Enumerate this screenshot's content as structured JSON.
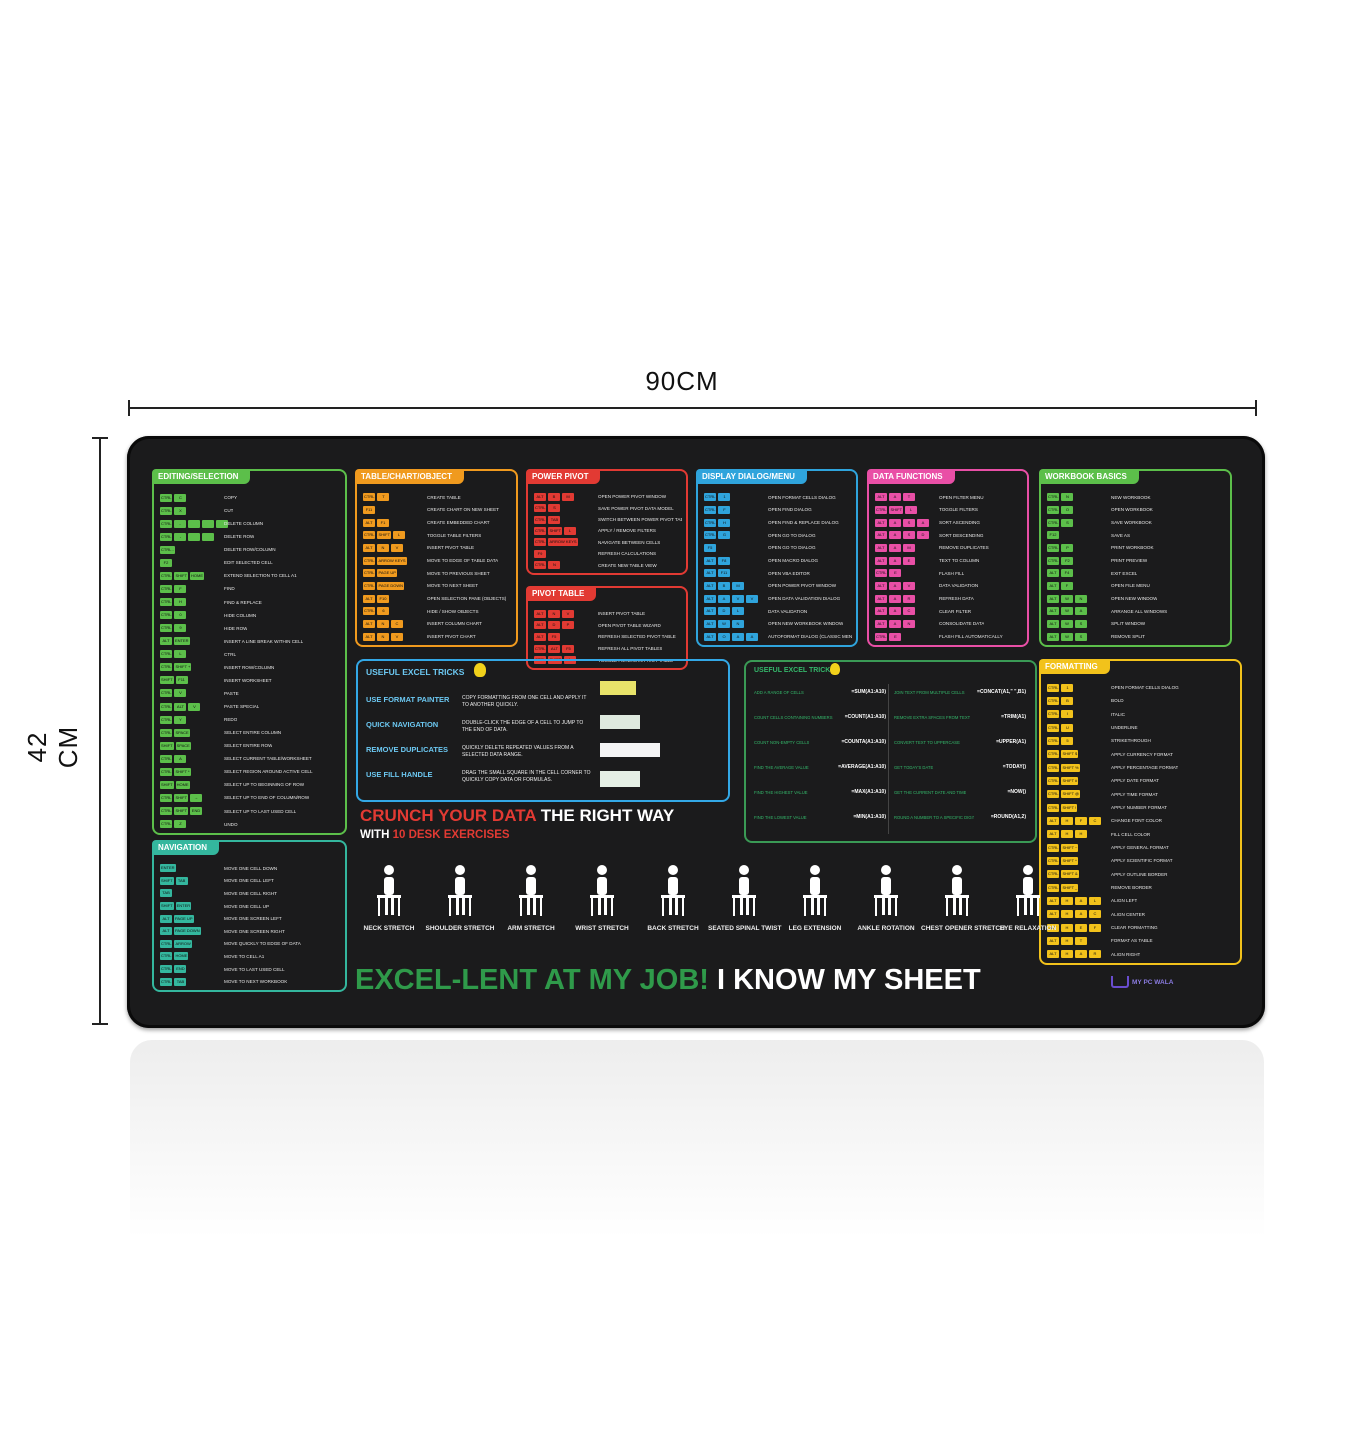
{
  "dimensions": {
    "width_label": "90CM",
    "height_label": "42 CM"
  },
  "colors": {
    "green": "#5cbf4a",
    "orange": "#f09a1e",
    "red": "#e23a33",
    "blue": "#2fa4dc",
    "pink": "#e94fa6",
    "teal": "#34b79e",
    "yellow": "#f2c21b",
    "mat": "#1b1b1c"
  },
  "panels": [
    {
      "id": "editing",
      "title": "EDITING/SELECTION",
      "color": "#5cbf4a",
      "rows": [
        {
          "keys": [
            "CTRL",
            "C"
          ],
          "action": "COPY"
        },
        {
          "keys": [
            "CTRL",
            "X"
          ],
          "action": "CUT"
        },
        {
          "keys": [
            "CTRL",
            "-",
            "",
            "",
            ""
          ],
          "action": "DELETE COLUMN"
        },
        {
          "keys": [
            "CTRL",
            "-",
            "",
            ""
          ],
          "action": "DELETE ROW"
        },
        {
          "keys": [
            "CTRL -"
          ],
          "action": "DELETE ROW/COLUMN"
        },
        {
          "keys": [
            "F2"
          ],
          "action": "EDIT SELECTED CELL"
        },
        {
          "keys": [
            "CTRL",
            "SHIFT",
            "HOME"
          ],
          "action": "EXTEND SELECTION TO CELL A1"
        },
        {
          "keys": [
            "CTRL",
            "F"
          ],
          "action": "FIND"
        },
        {
          "keys": [
            "CTRL",
            "H"
          ],
          "action": "FIND & REPLACE"
        },
        {
          "keys": [
            "CTRL",
            "0"
          ],
          "action": "HIDE COLUMN"
        },
        {
          "keys": [
            "CTRL",
            "9"
          ],
          "action": "HIDE ROW"
        },
        {
          "keys": [
            "ALT",
            "ENTER"
          ],
          "action": "INSERT A LINE BREAK WITHIN CELL"
        },
        {
          "keys": [
            "CTRL",
            "L"
          ],
          "action": "CTRL"
        },
        {
          "keys": [
            "CTRL",
            "SHIFT +"
          ],
          "action": "INSERT ROW/COLUMN"
        },
        {
          "keys": [
            "SHIFT",
            "F11"
          ],
          "action": "INSERT WORKSHEET"
        },
        {
          "keys": [
            "CTRL",
            "V"
          ],
          "action": "PASTE"
        },
        {
          "keys": [
            "CTRL",
            "ALT",
            "V"
          ],
          "action": "PASTE SPECIAL"
        },
        {
          "keys": [
            "CTRL",
            "Y"
          ],
          "action": "REDO"
        },
        {
          "keys": [
            "CTRL",
            "SPACE"
          ],
          "action": "SELECT ENTIRE COLUMN"
        },
        {
          "keys": [
            "SHIFT",
            "SPACE"
          ],
          "action": "SELECT ENTIRE ROW"
        },
        {
          "keys": [
            "CTRL",
            "A"
          ],
          "action": "SELECT CURRENT TABLE/WORKSHEET"
        },
        {
          "keys": [
            "CTRL",
            "SHIFT *"
          ],
          "action": "SELECT REGION AROUND ACTIVE CELL"
        },
        {
          "keys": [
            "SHIFT",
            "HOME"
          ],
          "action": "SELECT UP TO BEGINNING OF ROW"
        },
        {
          "keys": [
            "CTRL",
            "SHIFT",
            "→"
          ],
          "action": "SELECT UP TO END OF COLUMN/ROW"
        },
        {
          "keys": [
            "CTRL",
            "SHIFT",
            "END"
          ],
          "action": "SELECT UP TO LAST USED CELL"
        },
        {
          "keys": [
            "CTRL",
            "Z"
          ],
          "action": "UNDO"
        }
      ]
    },
    {
      "id": "navigation",
      "title": "NAVIGATION",
      "color": "#34b79e",
      "rows": [
        {
          "keys": [
            "ENTER"
          ],
          "action": "MOVE ONE CELL DOWN"
        },
        {
          "keys": [
            "SHIFT",
            "TAB"
          ],
          "action": "MOVE ONE CELL LEFT"
        },
        {
          "keys": [
            "TAB"
          ],
          "action": "MOVE ONE CELL RIGHT"
        },
        {
          "keys": [
            "SHIFT",
            "ENTER"
          ],
          "action": "MOVE ONE CELL UP"
        },
        {
          "keys": [
            "ALT",
            "PAGE UP"
          ],
          "action": "MOVE ONE SCREEN LEFT"
        },
        {
          "keys": [
            "ALT",
            "PAGE DOWN"
          ],
          "action": "MOVE ONE SCREEN RIGHT"
        },
        {
          "keys": [
            "CTRL",
            "ARROW"
          ],
          "action": "MOVE QUICKLY TO EDGE OF DATA"
        },
        {
          "keys": [
            "CTRL",
            "HOME"
          ],
          "action": "MOVE TO CELL A1"
        },
        {
          "keys": [
            "CTRL",
            "END"
          ],
          "action": "MOVE TO LAST USED CELL"
        },
        {
          "keys": [
            "CTRL",
            "TAB"
          ],
          "action": "MOVE TO NEXT WORKBOOK"
        }
      ]
    },
    {
      "id": "table",
      "title": "TABLE/CHART/OBJECT",
      "color": "#f09a1e",
      "rows": [
        {
          "keys": [
            "CTRL",
            "T"
          ],
          "action": "CREATE TABLE"
        },
        {
          "keys": [
            "F11"
          ],
          "action": "CREATE CHART ON NEW SHEET"
        },
        {
          "keys": [
            "ALT",
            "F1"
          ],
          "action": "CREATE EMBEDDED CHART"
        },
        {
          "keys": [
            "CTRL",
            "SHIFT",
            "L"
          ],
          "action": "TOGGLE TABLE FILTERS"
        },
        {
          "keys": [
            "ALT",
            "N",
            "V"
          ],
          "action": "INSERT PIVOT TABLE"
        },
        {
          "keys": [
            "CTRL",
            "ARROW KEYS"
          ],
          "action": "MOVE TO EDGE OF TABLE DATA"
        },
        {
          "keys": [
            "CTRL",
            "PAGE UP"
          ],
          "action": "MOVE TO PREVIOUS SHEET"
        },
        {
          "keys": [
            "CTRL",
            "PAGE DOWN"
          ],
          "action": "MOVE TO NEXT SHEET"
        },
        {
          "keys": [
            "ALT",
            "F10"
          ],
          "action": "OPEN SELECTION PANE (OBJECTS)"
        },
        {
          "keys": [
            "CTRL",
            "6"
          ],
          "action": "HIDE / SHOW OBJECTS"
        },
        {
          "keys": [
            "ALT",
            "N",
            "C"
          ],
          "action": "INSERT COLUMN CHART"
        },
        {
          "keys": [
            "ALT",
            "N",
            "V"
          ],
          "action": "INSERT PIVOT CHART"
        }
      ]
    },
    {
      "id": "powerpivot",
      "title": "POWER PIVOT",
      "color": "#e23a33",
      "rows": [
        {
          "keys": [
            "ALT",
            "B",
            "M"
          ],
          "action": "OPEN POWER PIVOT WINDOW"
        },
        {
          "keys": [
            "CTRL",
            "S"
          ],
          "action": "SAVE POWER PIVOT DATA MODEL"
        },
        {
          "keys": [
            "CTRL",
            "TAB"
          ],
          "action": "SWITCH BETWEEN POWER PIVOT TABS"
        },
        {
          "keys": [
            "CTRL",
            "SHIFT",
            "L"
          ],
          "action": "APPLY / REMOVE FILTERS"
        },
        {
          "keys": [
            "CTRL",
            "ARROW KEYS"
          ],
          "action": "NAVIGATE BETWEEN CELLS"
        },
        {
          "keys": [
            "F9"
          ],
          "action": "REFRESH CALCULATIONS"
        },
        {
          "keys": [
            "CTRL",
            "N"
          ],
          "action": "CREATE NEW TABLE VIEW"
        }
      ]
    },
    {
      "id": "pivottable",
      "title": "PIVOT TABLE",
      "color": "#e23a33",
      "rows": [
        {
          "keys": [
            "ALT",
            "N",
            "V"
          ],
          "action": "INSERT PIVOT TABLE"
        },
        {
          "keys": [
            "ALT",
            "D",
            "P"
          ],
          "action": "OPEN PIVOT TABLE WIZARD"
        },
        {
          "keys": [
            "ALT",
            "F5"
          ],
          "action": "REFRESH SELECTED PIVOT TABLE"
        },
        {
          "keys": [
            "CTRL",
            "ALT",
            "F5"
          ],
          "action": "REFRESH ALL PIVOT TABLES"
        },
        {
          "keys": [
            "CTRL",
            "SHIFT",
            "L"
          ],
          "action": "TOGGLE FILTERS IN PIVOT TABLE"
        }
      ]
    },
    {
      "id": "display",
      "title": "DISPLAY DIALOG/MENU",
      "color": "#2fa4dc",
      "rows": [
        {
          "keys": [
            "CTRL",
            "1"
          ],
          "action": "OPEN FORMAT CELLS DIALOG"
        },
        {
          "keys": [
            "CTRL",
            "F"
          ],
          "action": "OPEN FIND DIALOG"
        },
        {
          "keys": [
            "CTRL",
            "H"
          ],
          "action": "OPEN FIND & REPLACE DIALOG"
        },
        {
          "keys": [
            "CTRL",
            "G"
          ],
          "action": "OPEN GO TO DIALOG"
        },
        {
          "keys": [
            "F5"
          ],
          "action": "OPEN GO TO DIALOG"
        },
        {
          "keys": [
            "ALT",
            "F8"
          ],
          "action": "OPEN MACRO DIALOG"
        },
        {
          "keys": [
            "ALT",
            "F11"
          ],
          "action": "OPEN VBA EDITOR"
        },
        {
          "keys": [
            "ALT",
            "B",
            "M"
          ],
          "action": "OPEN POWER PIVOT WINDOW"
        },
        {
          "keys": [
            "ALT",
            "A",
            "V",
            "V"
          ],
          "action": "OPEN DATA VALIDATION DIALOG"
        },
        {
          "keys": [
            "ALT",
            "D",
            "L"
          ],
          "action": "DATA VALIDATION"
        },
        {
          "keys": [
            "ALT",
            "W",
            "N"
          ],
          "action": "OPEN NEW WORKBOOK WINDOW"
        },
        {
          "keys": [
            "ALT",
            "O",
            "A",
            "A"
          ],
          "action": "AUTOFORMAT DIALOG (CLASSIC MENU)"
        }
      ]
    },
    {
      "id": "datafunctions",
      "title": "DATA FUNCTIONS",
      "color": "#e94fa6",
      "rows": [
        {
          "keys": [
            "ALT",
            "A",
            "T"
          ],
          "action": "OPEN FILTER MENU"
        },
        {
          "keys": [
            "CTRL",
            "SHIFT",
            "L"
          ],
          "action": "TOGGLE FILTERS"
        },
        {
          "keys": [
            "ALT",
            "A",
            "S",
            "A"
          ],
          "action": "SORT ASCENDING"
        },
        {
          "keys": [
            "ALT",
            "A",
            "S",
            "D"
          ],
          "action": "SORT DESCENDING"
        },
        {
          "keys": [
            "ALT",
            "A",
            "M"
          ],
          "action": "REMOVE DUPLICATES"
        },
        {
          "keys": [
            "ALT",
            "A",
            "E"
          ],
          "action": "TEXT TO COLUMN"
        },
        {
          "keys": [
            "CTRL",
            "E"
          ],
          "action": "FLASH FILL"
        },
        {
          "keys": [
            "ALT",
            "A",
            "V"
          ],
          "action": "DATA VALIDATION"
        },
        {
          "keys": [
            "ALT",
            "A",
            "R"
          ],
          "action": "REFRESH DATA"
        },
        {
          "keys": [
            "ALT",
            "A",
            "C"
          ],
          "action": "CLEAR FILTER"
        },
        {
          "keys": [
            "ALT",
            "A",
            "N"
          ],
          "action": "CONSOLIDATE DATA"
        },
        {
          "keys": [
            "CTRL",
            "E"
          ],
          "action": "FLASH FILL AUTOMATICALLY"
        }
      ]
    },
    {
      "id": "workbook",
      "title": "WORKBOOK BASICS",
      "color": "#5cbf4a",
      "rows": [
        {
          "keys": [
            "CTRL",
            "N"
          ],
          "action": "NEW WORKBOOK"
        },
        {
          "keys": [
            "CTRL",
            "O"
          ],
          "action": "OPEN WORKBOOK"
        },
        {
          "keys": [
            "CTRL",
            "S"
          ],
          "action": "SAVE WORKBOOK"
        },
        {
          "keys": [
            "F12"
          ],
          "action": "SAVE AS"
        },
        {
          "keys": [
            "CTRL",
            "P"
          ],
          "action": "PRINT WORKBOOK"
        },
        {
          "keys": [
            "CTRL",
            "F2"
          ],
          "action": "PRINT PREVIEW"
        },
        {
          "keys": [
            "ALT",
            "F4"
          ],
          "action": "EXIT EXCEL"
        },
        {
          "keys": [
            "ALT",
            "F"
          ],
          "action": "OPEN FILE MENU"
        },
        {
          "keys": [
            "ALT",
            "W",
            "N"
          ],
          "action": "OPEN NEW WINDOW"
        },
        {
          "keys": [
            "ALT",
            "W",
            "A"
          ],
          "action": "ARRANGE ALL WINDOWS"
        },
        {
          "keys": [
            "ALT",
            "W",
            "S"
          ],
          "action": "SPLIT WINDOW"
        },
        {
          "keys": [
            "ALT",
            "W",
            "S"
          ],
          "action": "REMOVE SPLIT"
        }
      ]
    },
    {
      "id": "formatting",
      "title": "FORMATTING",
      "color": "#f2c21b",
      "rows": [
        {
          "keys": [
            "CTRL",
            "1"
          ],
          "action": "OPEN FORMAT CELLS DIALOG"
        },
        {
          "keys": [
            "CTRL",
            "B"
          ],
          "action": "BOLD"
        },
        {
          "keys": [
            "CTRL",
            "I"
          ],
          "action": "ITALIC"
        },
        {
          "keys": [
            "CTRL",
            "U"
          ],
          "action": "UNDERLINE"
        },
        {
          "keys": [
            "CTRL",
            "5"
          ],
          "action": "STRIKETHROUGH"
        },
        {
          "keys": [
            "CTRL",
            "SHIFT $"
          ],
          "action": "APPLY CURRENCY FORMAT"
        },
        {
          "keys": [
            "CTRL",
            "SHIFT %"
          ],
          "action": "APPLY PERCENTAGE FORMAT"
        },
        {
          "keys": [
            "CTRL",
            "SHIFT #"
          ],
          "action": "APPLY DATE FORMAT"
        },
        {
          "keys": [
            "CTRL",
            "SHIFT @"
          ],
          "action": "APPLY TIME FORMAT"
        },
        {
          "keys": [
            "CTRL",
            "SHIFT !"
          ],
          "action": "APPLY NUMBER FORMAT"
        },
        {
          "keys": [
            "ALT",
            "H",
            "F",
            "C"
          ],
          "action": "CHANGE FONT COLOR"
        },
        {
          "keys": [
            "ALT",
            "H",
            "H"
          ],
          "action": "FILL CELL COLOR"
        },
        {
          "keys": [
            "CTRL",
            "SHIFT ~"
          ],
          "action": "APPLY GENERAL FORMAT"
        },
        {
          "keys": [
            "CTRL",
            "SHIFT ^"
          ],
          "action": "APPLY SCIENTIFIC FORMAT"
        },
        {
          "keys": [
            "CTRL",
            "SHIFT &"
          ],
          "action": "APPLY OUTLINE BORDER"
        },
        {
          "keys": [
            "CTRL",
            "SHIFT _"
          ],
          "action": "REMOVE BORDER"
        },
        {
          "keys": [
            "ALT",
            "H",
            "A",
            "L"
          ],
          "action": "ALIGN LEFT"
        },
        {
          "keys": [
            "ALT",
            "H",
            "A",
            "C"
          ],
          "action": "ALIGN CENTER"
        },
        {
          "keys": [
            "ALT",
            "H",
            "E",
            "F"
          ],
          "action": "CLEAR FORMATTING"
        },
        {
          "keys": [
            "ALT",
            "H",
            "T"
          ],
          "action": "FORMAT AS TABLE"
        },
        {
          "keys": [
            "ALT",
            "H",
            "A",
            "R"
          ],
          "action": "ALIGN RIGHT"
        }
      ]
    }
  ],
  "tricks_left": {
    "title": "USEFUL EXCEL TRICKS",
    "items": [
      {
        "name": "USE FORMAT PAINTER",
        "desc": "COPY FORMATTING FROM ONE CELL AND APPLY IT TO ANOTHER QUICKLY."
      },
      {
        "name": "QUICK NAVIGATION",
        "desc": "DOUBLE-CLICK THE EDGE OF A CELL TO JUMP TO THE END OF DATA."
      },
      {
        "name": "REMOVE DUPLICATES",
        "desc": "QUICKLY DELETE REPEATED VALUES FROM A SELECTED DATA RANGE."
      },
      {
        "name": "USE FILL HANDLE",
        "desc": "DRAG THE SMALL SQUARE IN THE CELL CORNER TO QUICKLY COPY DATA OR FORMULAS."
      }
    ]
  },
  "tricks_right": {
    "title": "USEFUL EXCEL TRICKS",
    "items": [
      {
        "label": "ADD A RANGE OF CELLS",
        "formula": "=SUM(A1:A10)"
      },
      {
        "label": "JOIN TEXT FROM MULTIPLE CELLS",
        "formula": "=CONCAT(A1,\" \",B1)"
      },
      {
        "label": "COUNT CELLS CONTAINING NUMBERS",
        "formula": "=COUNT(A1:A10)"
      },
      {
        "label": "REMOVE EXTRA SPACES FROM TEXT",
        "formula": "=TRIM(A1)"
      },
      {
        "label": "COUNT NON-EMPTY CELLS",
        "formula": "=COUNTA(A1:A10)"
      },
      {
        "label": "CONVERT TEXT TO UPPERCASE",
        "formula": "=UPPER(A1)"
      },
      {
        "label": "FIND THE AVERAGE VALUE",
        "formula": "=AVERAGE(A1:A10)"
      },
      {
        "label": "GET TODAY'S DATE",
        "formula": "=TODAY()"
      },
      {
        "label": "FIND THE HIGHEST VALUE",
        "formula": "=MAX(A1:A10)"
      },
      {
        "label": "GET THE CURRENT DATE AND TIME",
        "formula": "=NOW()"
      },
      {
        "label": "FIND THE LOWEST VALUE",
        "formula": "=MIN(A1:A10)"
      },
      {
        "label": "ROUND A NUMBER TO A SPECIFIC DIGIT",
        "formula": "=ROUND(A1,2)"
      }
    ]
  },
  "crunch": {
    "part1": "CRUNCH YOUR DATA",
    "part2": "THE RIGHT WAY",
    "with": "WITH",
    "exercises": "10 DESK EXERCISES"
  },
  "exercises": [
    "NECK STRETCH",
    "SHOULDER STRETCH",
    "ARM STRETCH",
    "WRIST STRETCH",
    "BACK STRETCH",
    "SEATED SPINAL TWIST",
    "LEG EXTENSION",
    "ANKLE ROTATION",
    "CHEST OPENER STRETCH",
    "EYE RELAXATION"
  ],
  "slogan": {
    "part1": "EXCEL-LENT AT MY JOB!",
    "part2": "I KNOW MY SHEET"
  },
  "brand": "MY PC WALA"
}
